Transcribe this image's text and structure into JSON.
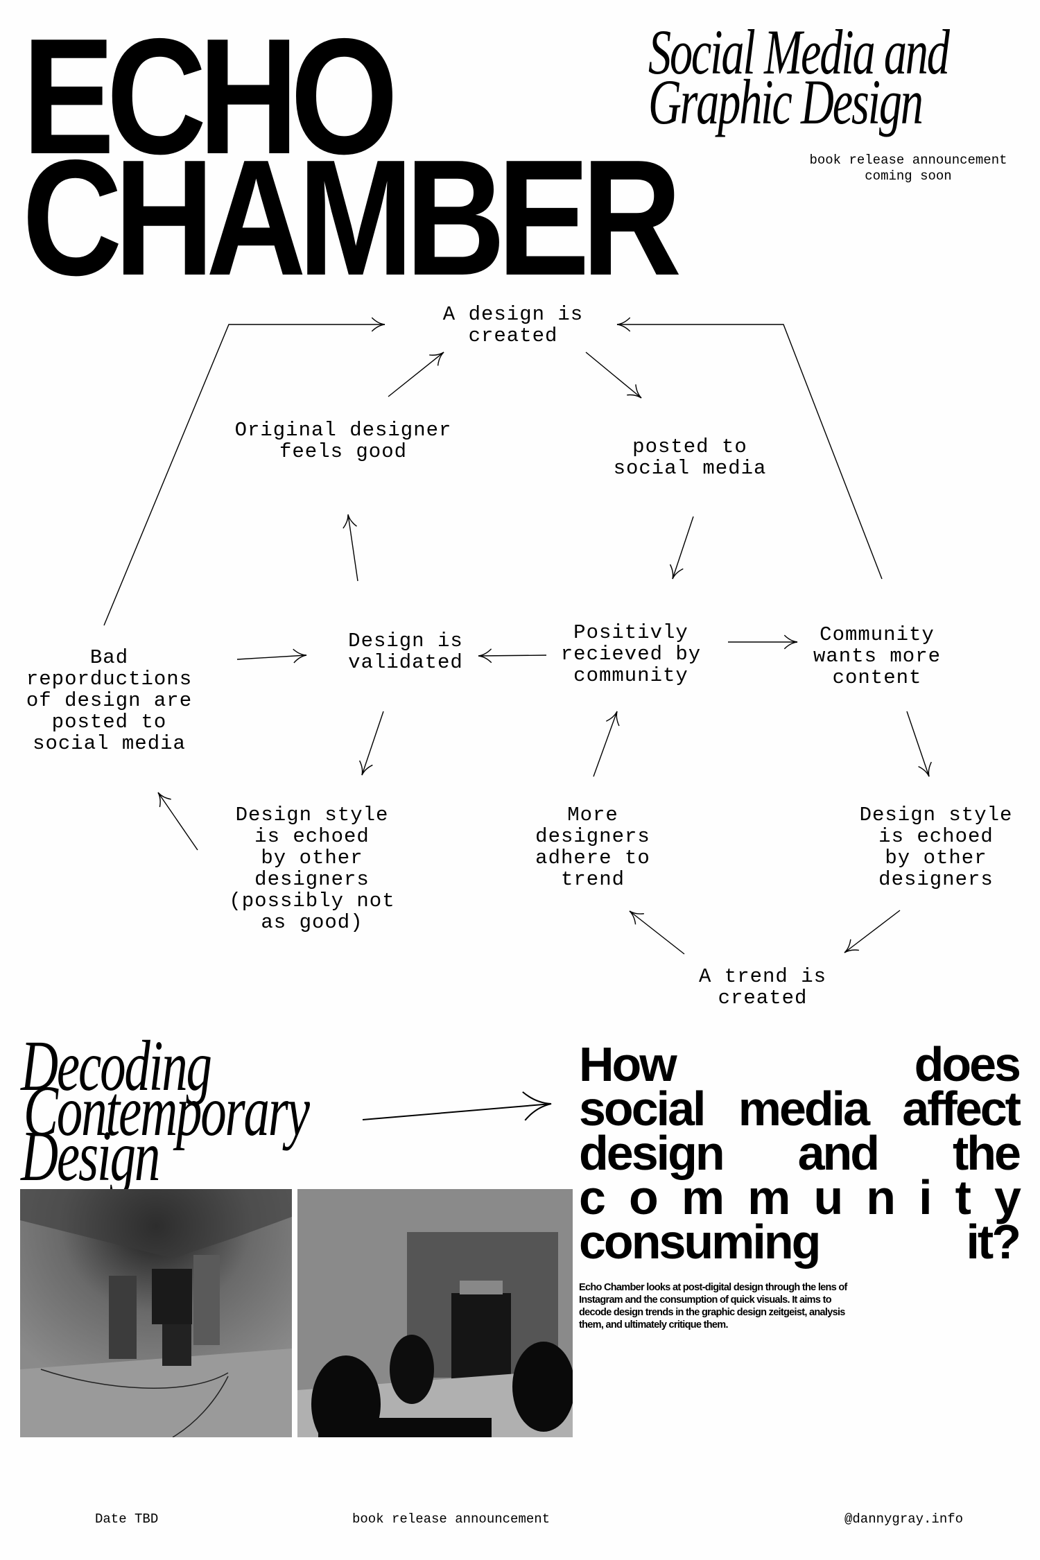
{
  "header": {
    "title_line1": "ECHO",
    "title_line2": "CHAMBER",
    "subtitle_line1": "Social Media and",
    "subtitle_line2": "Graphic Design",
    "announce_line1": "book release announcement",
    "announce_line2": "coming soon"
  },
  "diagram": {
    "nodes": {
      "design_created": "A design is\ncreated",
      "posted": "posted to\nsocial media",
      "feels_good": "Original designer\nfeels good",
      "validated": "Design is\nvalidated",
      "positively": "Positivly\nrecieved by\ncommunity",
      "community_wants": "Community\nwants more\ncontent",
      "bad_repro": "Bad\nreporductions\nof design are\nposted to\nsocial media",
      "echoed_left": "Design style\nis echoed\nby other\ndesigners\n(possibly not\nas good)",
      "more_designers": "More\ndesigners\nadhere to\ntrend",
      "echoed_right": "Design style\nis echoed\nby other\ndesigners",
      "trend": "A trend is\ncreated"
    }
  },
  "decoding": {
    "line1": "Decoding",
    "line2": "Contemporary",
    "line3": "Design"
  },
  "question": {
    "rows": [
      [
        "How",
        "does"
      ],
      [
        "social",
        "media",
        "affect"
      ],
      [
        "design",
        "and",
        "the"
      ],
      [
        "c",
        "o",
        "m",
        "m",
        "u",
        "n",
        "i",
        "t",
        "y"
      ],
      [
        "consuming",
        "it?"
      ]
    ]
  },
  "blurb": "Echo Chamber looks at post-digital design through the lens of Instagram and the consumption of quick visuals. It aims to decode design trends in the graphic design zeitgeist, analysis them, and ultimately critique them.",
  "photos": [
    {
      "alt": "empty gallery room with speakers"
    },
    {
      "alt": "people sitting in dark room by speaker"
    }
  ],
  "footer": {
    "date": "Date TBD",
    "center": "book release announcement",
    "handle": "@dannygray.info"
  }
}
